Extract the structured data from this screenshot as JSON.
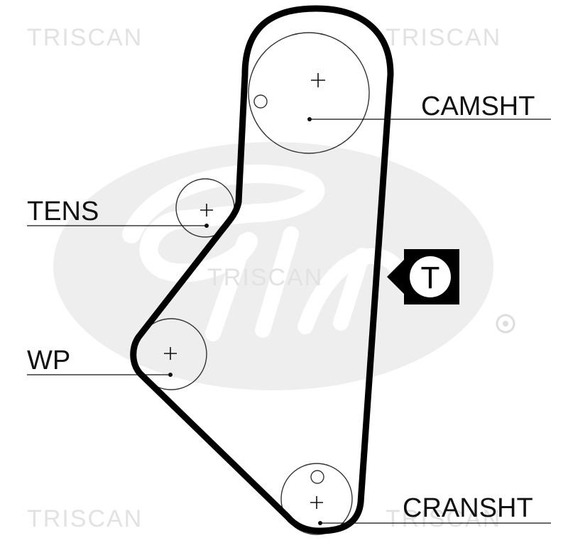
{
  "labels": {
    "camshaft": "CAMSHT",
    "tensioner": "TENS",
    "water_pump": "WP",
    "crankshaft": "CRANSHT"
  },
  "tension_marker": "T",
  "watermarks": [
    "TRISCAN",
    "TRISCAN",
    "TRISCAN",
    "TRISCAN",
    "TRISCAN"
  ],
  "colors": {
    "belt": "#000000",
    "pulley_outline": "#333333",
    "watermark_text": "#e2e2e2",
    "logo_watermark": "#eeeeee"
  }
}
